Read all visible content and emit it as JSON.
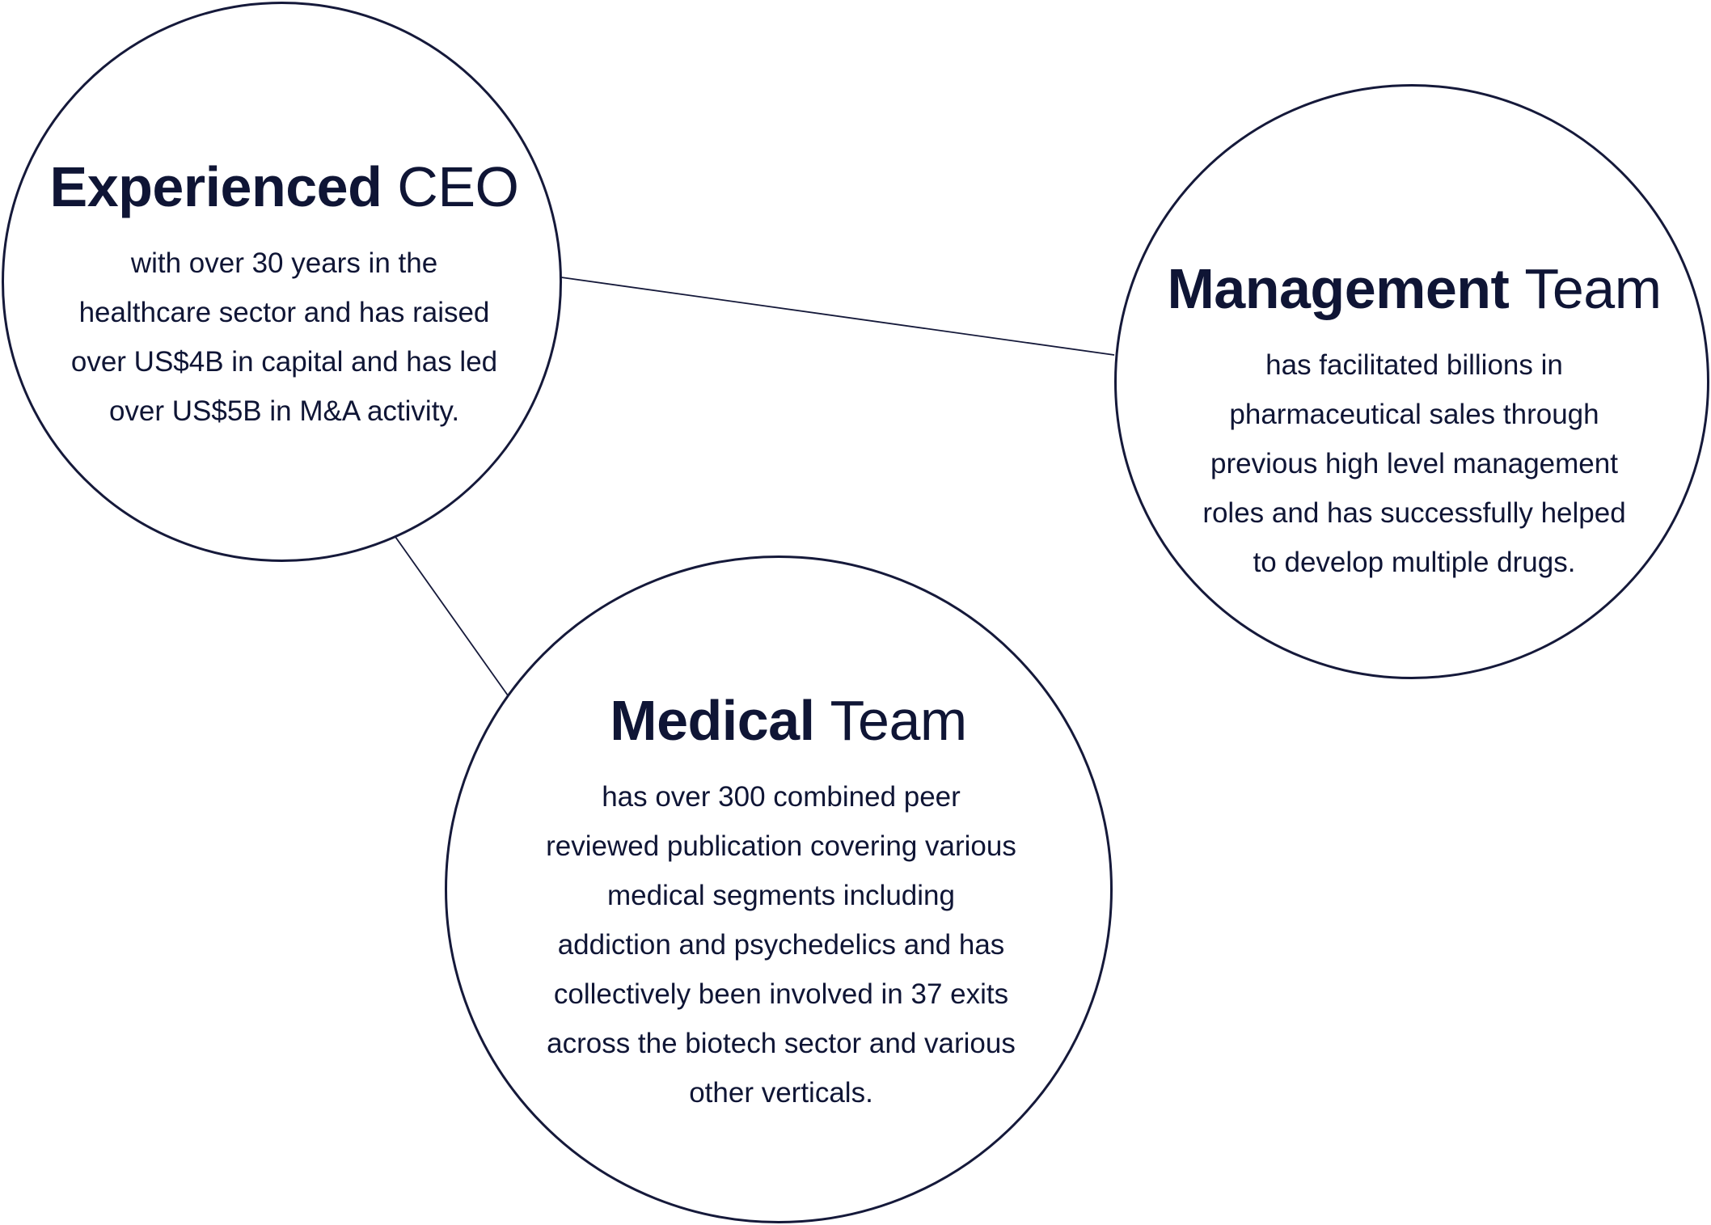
{
  "colors": {
    "ink": "#0f1535",
    "stroke": "#15193a",
    "background": "#ffffff"
  },
  "nodes": {
    "ceo": {
      "title_bold": "Experienced",
      "title_regular": "CEO",
      "body_lines": [
        "with over 30 years in the",
        "healthcare sector and has raised",
        "over US$4B in capital and has led",
        "over US$5B in M&A activity."
      ]
    },
    "management": {
      "title_bold": "Management",
      "title_regular": "Team",
      "body_lines": [
        "has facilitated billions in",
        "pharmaceutical sales through",
        "previous high level management",
        "roles and has successfully helped",
        "to develop multiple drugs."
      ]
    },
    "medical": {
      "title_bold": "Medical",
      "title_regular": "Team",
      "body_lines": [
        "has over 300 combined peer",
        "reviewed publication covering various",
        "medical segments including",
        "addiction and psychedelics and has",
        "collectively been involved in 37 exits",
        "across the biotech sector and various",
        "other verticals."
      ]
    }
  },
  "connections": [
    {
      "from": "ceo",
      "to": "management"
    },
    {
      "from": "ceo",
      "to": "medical"
    }
  ]
}
